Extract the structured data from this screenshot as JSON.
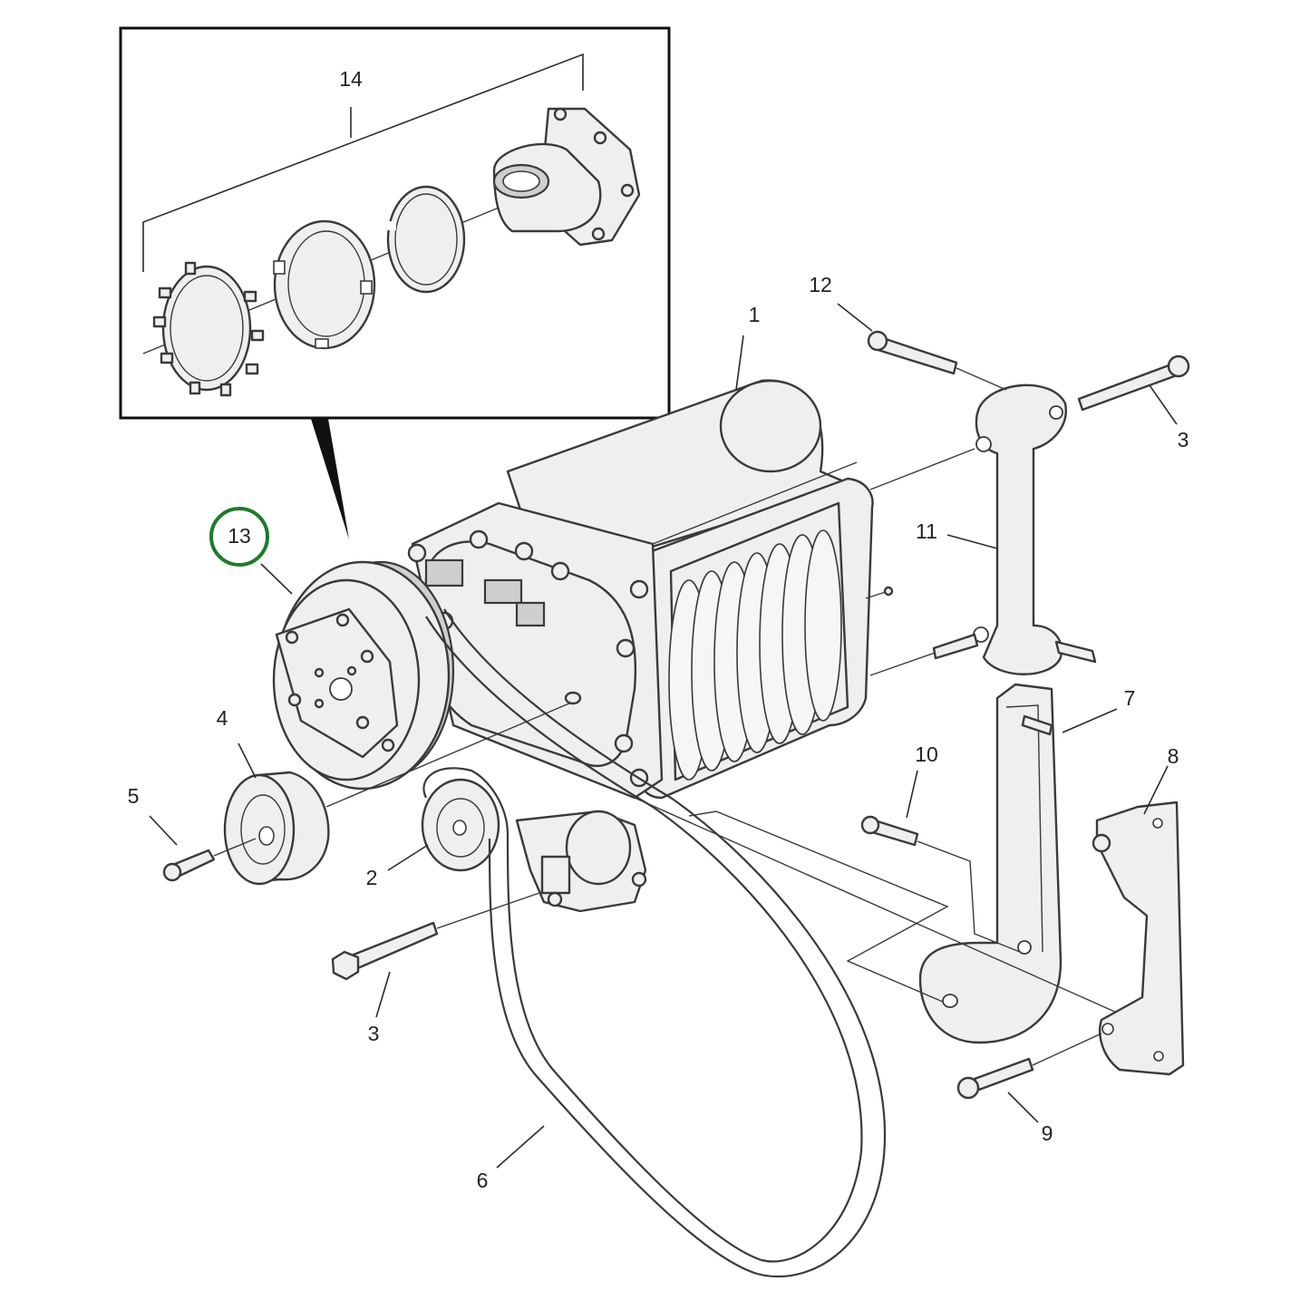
{
  "figure": {
    "callouts": {
      "c1": "1",
      "c2": "2",
      "c3_top": "3",
      "c3_bottom": "3",
      "c4": "4",
      "c5": "5",
      "c6": "6",
      "c7": "7",
      "c8": "8",
      "c9": "9",
      "c10": "10",
      "c11": "11",
      "c12": "12",
      "c13": "13",
      "c14": "14"
    },
    "highlight_color": "#1f7a2a",
    "line_color": "#3a3a3a"
  }
}
